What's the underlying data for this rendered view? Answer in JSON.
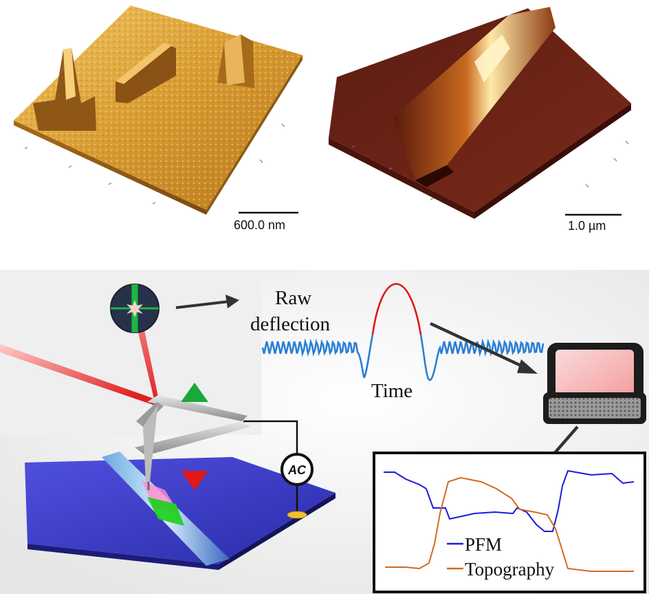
{
  "panels": {
    "afm_left": {
      "scale_bar_label": "600.0 nm"
    },
    "afm_right": {
      "scale_bar_label": "1.0 µm"
    }
  },
  "schematic": {
    "signal_label_line1": "Raw",
    "signal_label_line2": "deflection",
    "time_label": "Time",
    "ac_source_label": "AC"
  },
  "inset_plot": {
    "legend": [
      {
        "name": "PFM",
        "color": "#1a1adc"
      },
      {
        "name": "Topography",
        "color": "#d2691e"
      }
    ]
  },
  "colors": {
    "afm_gold": "#c8902a",
    "afm_maroon": "#6b2418",
    "laser_red": "#e02020",
    "signal_blue": "#2a7fd4",
    "signal_peak_red": "#e01818",
    "arrow_green": "#1aa83a",
    "arrow_red": "#e01818",
    "sample_blue": "#3a3ad0"
  }
}
